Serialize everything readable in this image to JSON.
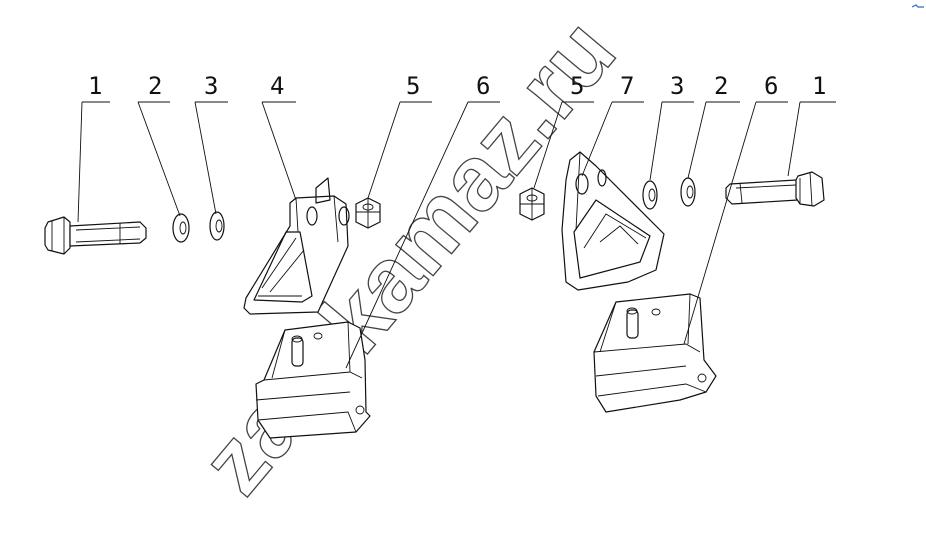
{
  "labels": {
    "left": [
      "1",
      "2",
      "3",
      "4",
      "5",
      "6"
    ],
    "right": [
      "5",
      "7",
      "3",
      "2",
      "6",
      "1"
    ]
  },
  "watermark": "zap-kamaz.ru",
  "parts": {
    "bolt": "bolt",
    "washer": "washer",
    "lock_washer": "lock-washer",
    "bracket": "bracket",
    "nut": "nut",
    "cushion": "engine-mount-cushion"
  }
}
